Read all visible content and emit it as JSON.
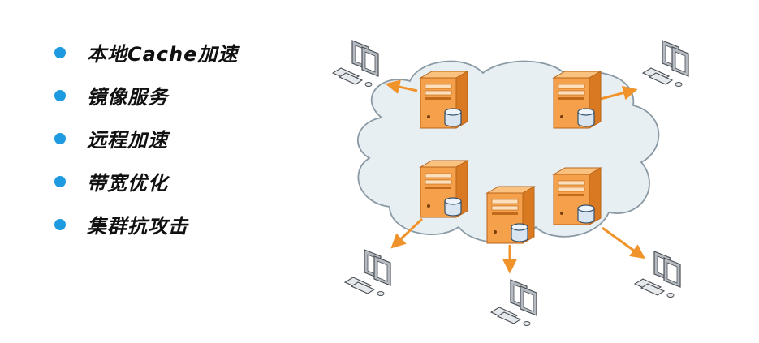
{
  "bullets": [
    {
      "text": "本地Cache加速"
    },
    {
      "text": "镜像服务"
    },
    {
      "text": "远程加速"
    },
    {
      "text": "带宽优化"
    },
    {
      "text": "集群抗攻击"
    }
  ],
  "colors": {
    "bullet": "#1e9be0",
    "arrow": "#f0932b",
    "server_front": "#f5a04a",
    "server_side": "#d97a22",
    "server_top": "#fbc27f",
    "cloud_fill": "#e8eff3",
    "cloud_stroke": "#8a9aa5",
    "computer": "#8a9096"
  },
  "diagram": {
    "cloud": "network-cloud",
    "servers": [
      "cache-server",
      "cache-server",
      "cache-server",
      "cache-server",
      "cache-server"
    ],
    "clients": [
      "client-computer",
      "client-computer",
      "client-computer",
      "client-computer",
      "client-computer"
    ]
  }
}
